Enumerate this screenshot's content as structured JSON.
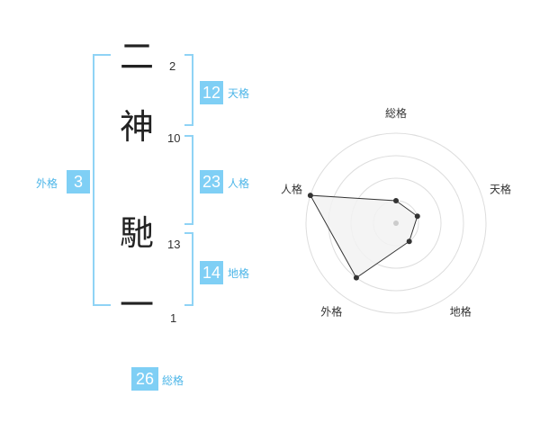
{
  "characters": [
    {
      "char": "二",
      "strokes": "2"
    },
    {
      "char": "神",
      "strokes": "10"
    },
    {
      "char": "馳",
      "strokes": "13"
    },
    {
      "char": "一",
      "strokes": "1"
    }
  ],
  "fortunes": {
    "tenkaku": {
      "value": "12",
      "label": "天格"
    },
    "jinkaku": {
      "value": "23",
      "label": "人格"
    },
    "chikaku": {
      "value": "14",
      "label": "地格"
    },
    "gaikaku": {
      "value": "3",
      "label": "外格"
    },
    "soukaku": {
      "value": "26",
      "label": "総格"
    }
  },
  "chart_data": {
    "type": "radar",
    "axes": [
      "総格",
      "天格",
      "地格",
      "外格",
      "人格"
    ],
    "values": [
      1,
      1,
      1,
      3,
      4
    ],
    "rmax": 4,
    "rings": 4,
    "colors": {
      "grid": "#dddddd",
      "fill": "#f2f2f2",
      "line": "#333333",
      "point": "#333333",
      "center": "#cccccc"
    }
  }
}
